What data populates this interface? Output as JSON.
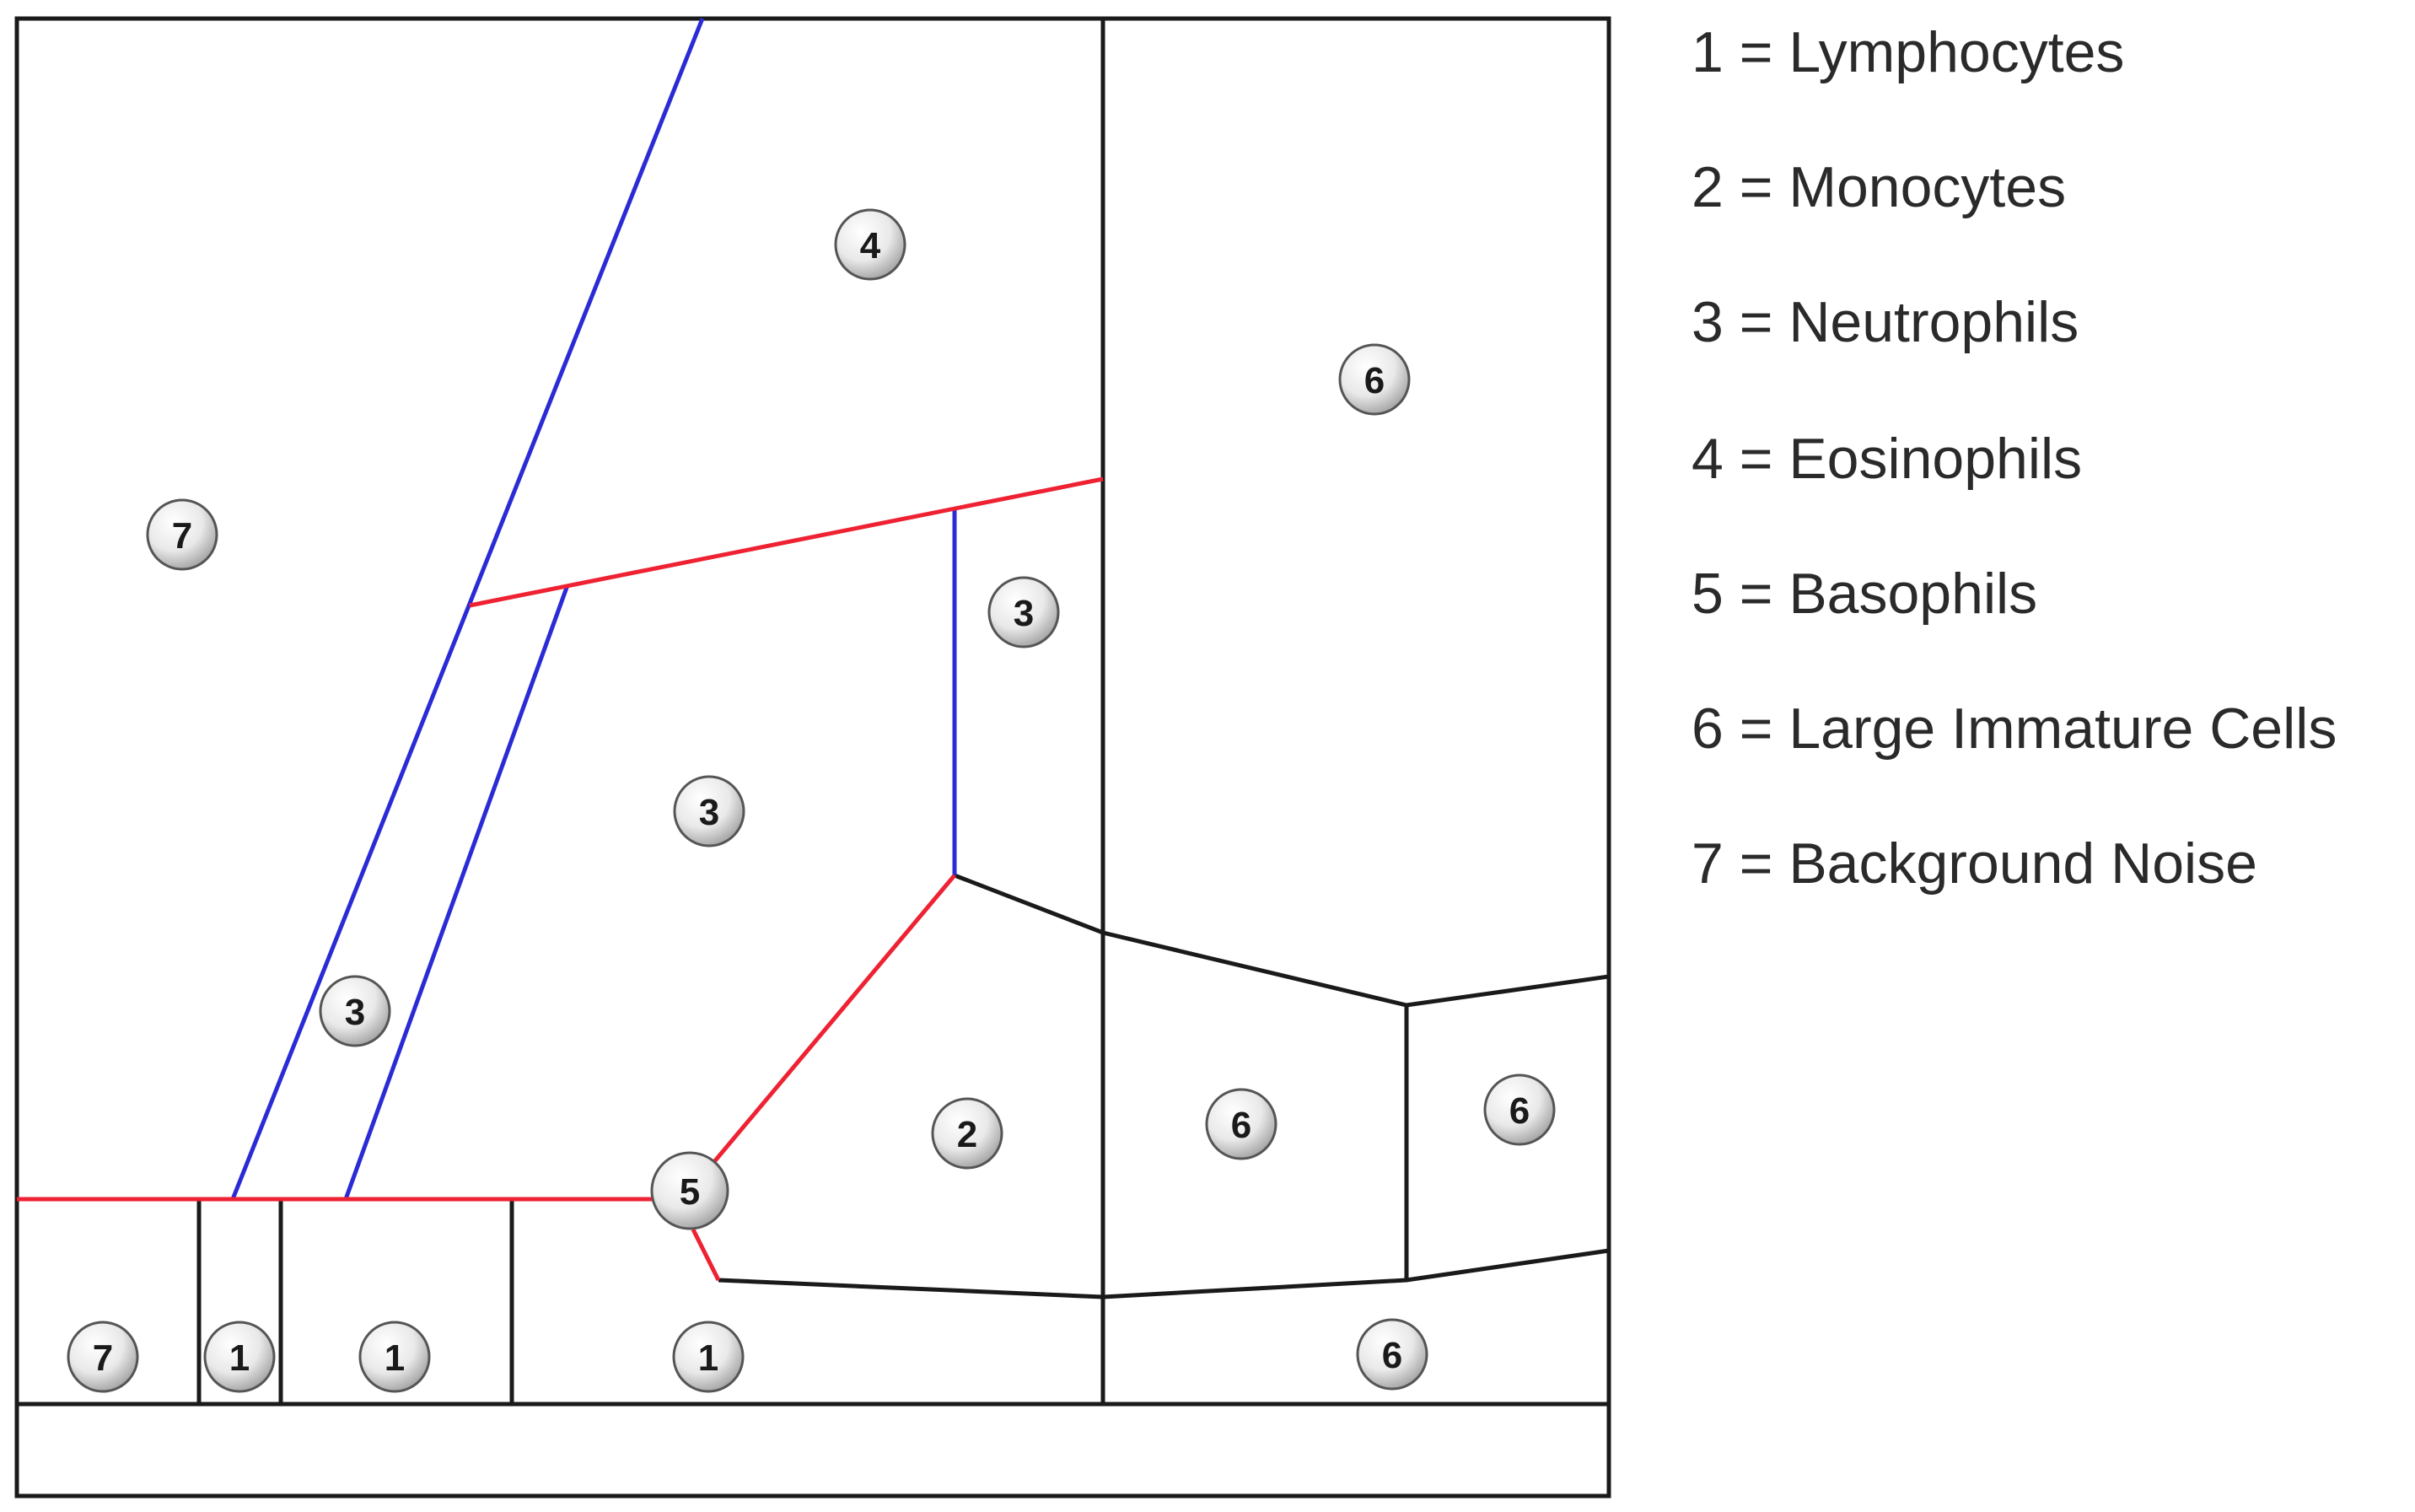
{
  "colors": {
    "black_line": "#1a1a1a",
    "blue_line": "#2b2bd6",
    "red_line": "#ee2233",
    "badge_fill": "#e6e6e6",
    "badge_edge": "#555555"
  },
  "badges": {
    "b_7_top": "7",
    "b_4_top": "4",
    "b_6_top": "6",
    "b_3_right": "3",
    "b_3_mid": "3",
    "b_3_left": "3",
    "b_2": "2",
    "b_6_mid": "6",
    "b_6_right": "6",
    "b_5": "5",
    "b_7_bottom": "7",
    "b_1_a": "1",
    "b_1_b": "1",
    "b_1_c": "1",
    "b_6_bottom": "6"
  },
  "legend": {
    "items": [
      {
        "label": "1 = Lymphocytes"
      },
      {
        "label": "2 = Monocytes"
      },
      {
        "label": "3 = Neutrophils"
      },
      {
        "label": "4 = Eosinophils"
      },
      {
        "label": "5 = Basophils"
      },
      {
        "label": "6 = Large Immature Cells"
      },
      {
        "label": "7 = Background Noise"
      }
    ]
  }
}
